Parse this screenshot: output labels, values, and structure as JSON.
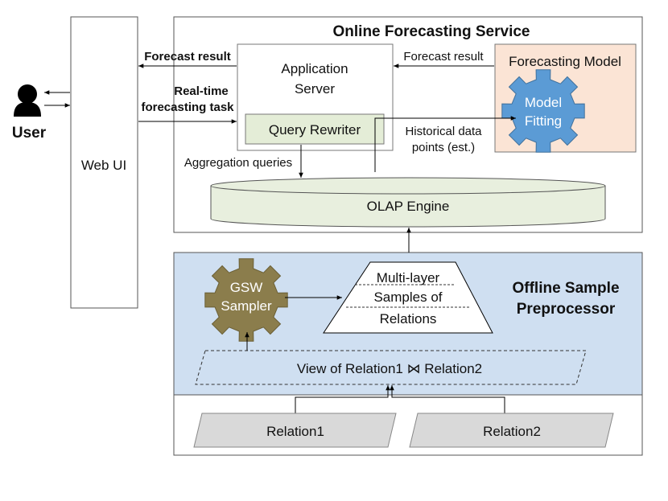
{
  "user": {
    "label": "User"
  },
  "webui": {
    "label": "Web UI"
  },
  "online": {
    "title": "Online Forecasting Service"
  },
  "app_server": {
    "line1": "Application",
    "line2": "Server"
  },
  "query_rewriter": {
    "label": "Query Rewriter"
  },
  "forecasting_model": {
    "label": "Forecasting Model"
  },
  "model_fitting": {
    "line1": "Model",
    "line2": "Fitting"
  },
  "olap": {
    "label": "OLAP Engine"
  },
  "offline": {
    "title_line1": "Offline Sample",
    "title_line2": "Preprocessor"
  },
  "gsw": {
    "line1": "GSW",
    "line2": "Sampler"
  },
  "samples": {
    "line1": "Multi-layer",
    "line2": "Samples of",
    "line3": "Relations"
  },
  "view": {
    "label": "View of Relation1 ⋈ Relation2"
  },
  "relation1": {
    "label": "Relation1"
  },
  "relation2": {
    "label": "Relation2"
  },
  "edges": {
    "forecast_result_left": "Forecast result",
    "realtime_line1": "Real-time",
    "realtime_line2": "forecasting task",
    "forecast_result_right": "Forecast result",
    "historical_line1": "Historical data",
    "historical_line2": "points (est.)",
    "aggregation_queries": "Aggregation queries"
  },
  "colors": {
    "offline_fill": "#cfdff1",
    "forecast_model_fill": "#fbe4d5",
    "gear_blue": "#5b9bd5",
    "gear_olive": "#8b7d4c",
    "olap_fill": "#e8efde",
    "query_rewriter_fill": "#e4edd7",
    "relation_fill": "#d9d9d9"
  }
}
